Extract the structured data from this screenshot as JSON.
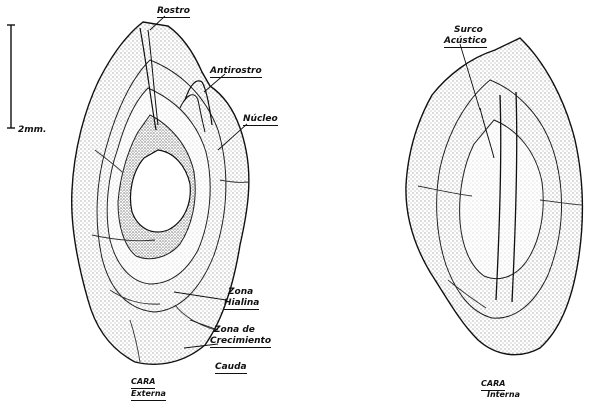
{
  "scale": {
    "label": "2mm."
  },
  "left_view": {
    "labels": {
      "rostro": "Rostro",
      "antirostro": "Antirostro",
      "nucleo": "Núcleo",
      "zona_hialina_1": "Zona",
      "zona_hialina_2": "Hialina",
      "zona_crecimiento_1": "Zona de",
      "zona_crecimiento_2": "Crecimiento",
      "cauda": "Cauda"
    },
    "caption": {
      "line1": "CARA",
      "line2": "Externa"
    }
  },
  "right_view": {
    "labels": {
      "surco_1": "Surco",
      "surco_2": "Acústico"
    },
    "caption": {
      "line1": "CARA",
      "line2": "Interna"
    }
  },
  "colors": {
    "ink": "#111111",
    "paper": "#ffffff",
    "stipple": "#555555"
  }
}
